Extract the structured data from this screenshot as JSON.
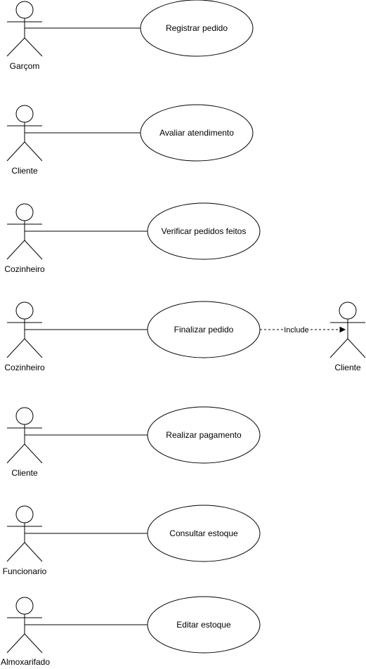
{
  "diagram": {
    "rows": [
      {
        "actor": "Garçom",
        "use_case": "Registrar pedido"
      },
      {
        "actor": "Cliente",
        "use_case": "Avaliar atendimento"
      },
      {
        "actor": "Cozinheiro",
        "use_case": "Verificar pedidos feitos"
      },
      {
        "actor": "Cozinheiro",
        "use_case": "Finalizar pedido",
        "include_label": "Include",
        "included_actor": "Cliente"
      },
      {
        "actor": "Cliente",
        "use_case": "Realizar pagamento"
      },
      {
        "actor": "Funcionario",
        "use_case": "Consultar estoque"
      },
      {
        "actor": "Almoxarifado",
        "use_case": "Editar estoque"
      }
    ]
  }
}
